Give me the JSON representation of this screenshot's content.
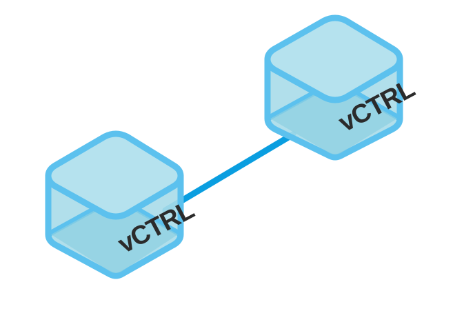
{
  "nodes": [
    {
      "id": "left",
      "label": "vCTRL"
    },
    {
      "id": "right",
      "label": "vCTRL"
    }
  ],
  "colors": {
    "background": "#ffffff",
    "cube_stroke": "#5cc1ee",
    "cube_top": "#b5e2ee",
    "cube_side": "#a8dbe9",
    "cube_bottom": "#8ccfe1",
    "link": "#0a9ee0",
    "label": "#2b2b2b"
  }
}
